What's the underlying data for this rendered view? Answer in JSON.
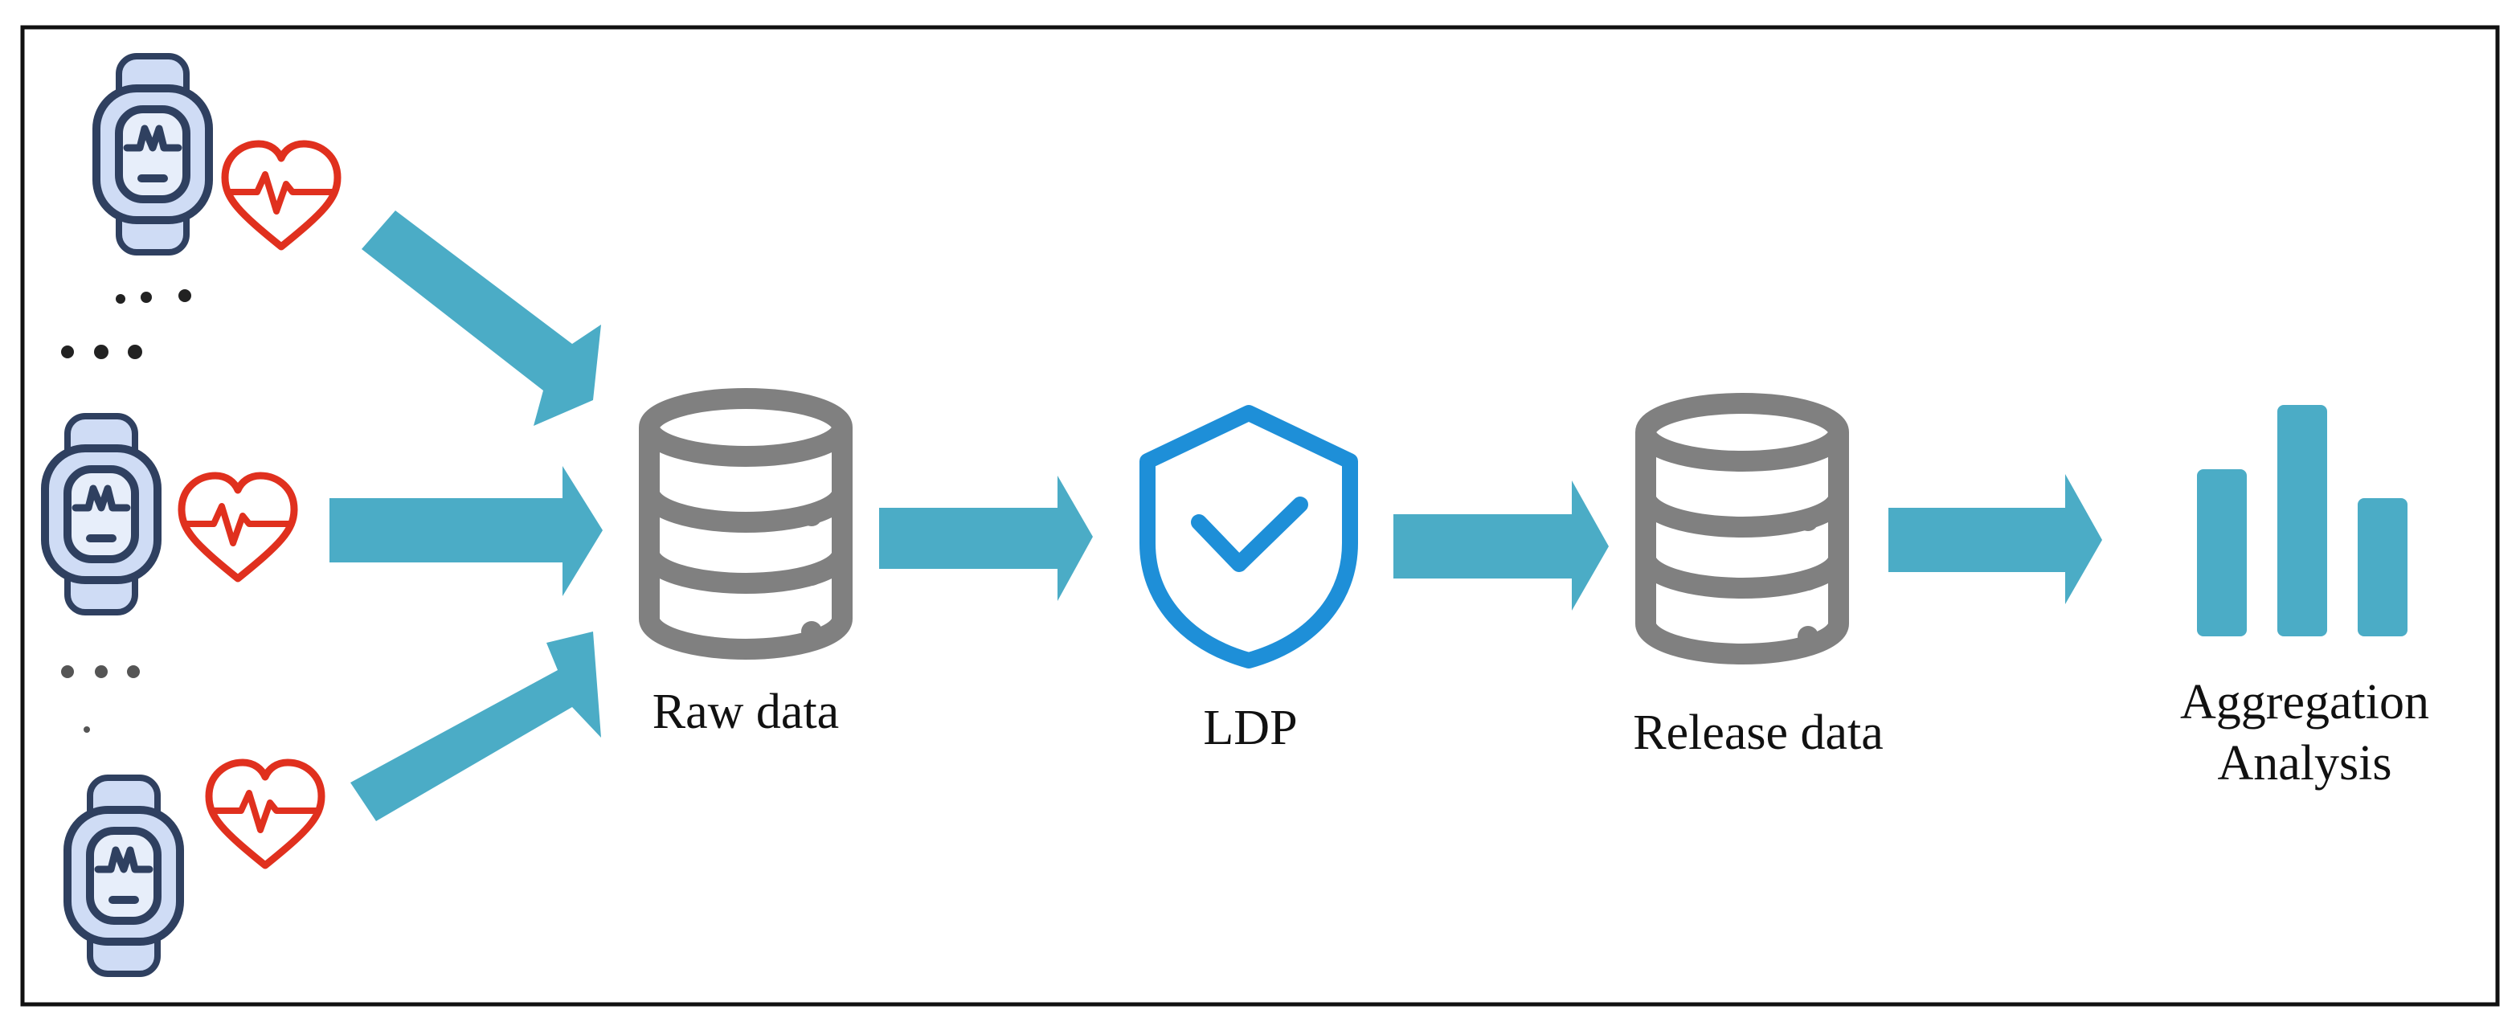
{
  "diagram": {
    "title": "",
    "labels": {
      "raw_data": "Raw data",
      "ldp": "LDP",
      "release_data": "Release data",
      "aggregation_line1": "Aggregation",
      "aggregation_line2": "Analysis"
    },
    "icons": {
      "device": "wristband-icon",
      "heart": "heart-rate-icon",
      "raw_database": "database-icon",
      "ldp_shield": "shield-check-icon",
      "release_database": "database-icon",
      "aggregation": "bar-chart-icon",
      "ellipsis": "ellipsis-icon"
    },
    "colors": {
      "arrow": "#4bacc6",
      "database": "#808080",
      "shield": "#1e8fd8",
      "heart": "#e0301e",
      "device_fill": "#cfdcf5",
      "device_outline": "#2f4060",
      "bars": "#4bacc6",
      "border": "#111111"
    }
  }
}
